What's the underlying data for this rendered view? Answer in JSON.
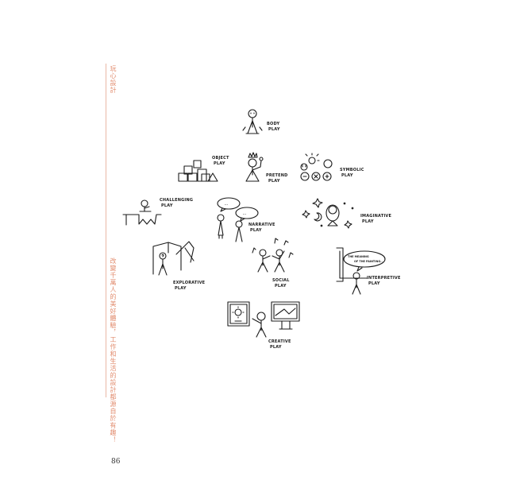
{
  "sidebar": {
    "title": "玩心設計",
    "quote": "改變千萬人的美好體驗，工作和生活的設計都源自於有趣！"
  },
  "page_number": "86",
  "play_types": {
    "body": [
      "BODY",
      "PLAY"
    ],
    "object": [
      "OBJECT",
      "PLAY"
    ],
    "pretend": [
      "PRETEND",
      "PLAY"
    ],
    "symbolic": [
      "SYMBOLIC",
      "PLAY"
    ],
    "challenging": [
      "CHALLENGING",
      "PLAY"
    ],
    "narrative": [
      "NARRATIVE",
      "PLAY"
    ],
    "imaginative": [
      "IMAGINATIVE",
      "PLAY"
    ],
    "explorative": [
      "EXPLORATIVE",
      "PLAY"
    ],
    "social": [
      "SOCIAL",
      "PLAY"
    ],
    "interpretive": [
      "INTERPRETIVE",
      "PLAY"
    ],
    "creative": [
      "CREATIVE",
      "PLAY"
    ]
  },
  "interpretive_bubble": [
    "THE MEANING",
    "OF THE PAINTING..."
  ],
  "narrative_bubble": "..."
}
